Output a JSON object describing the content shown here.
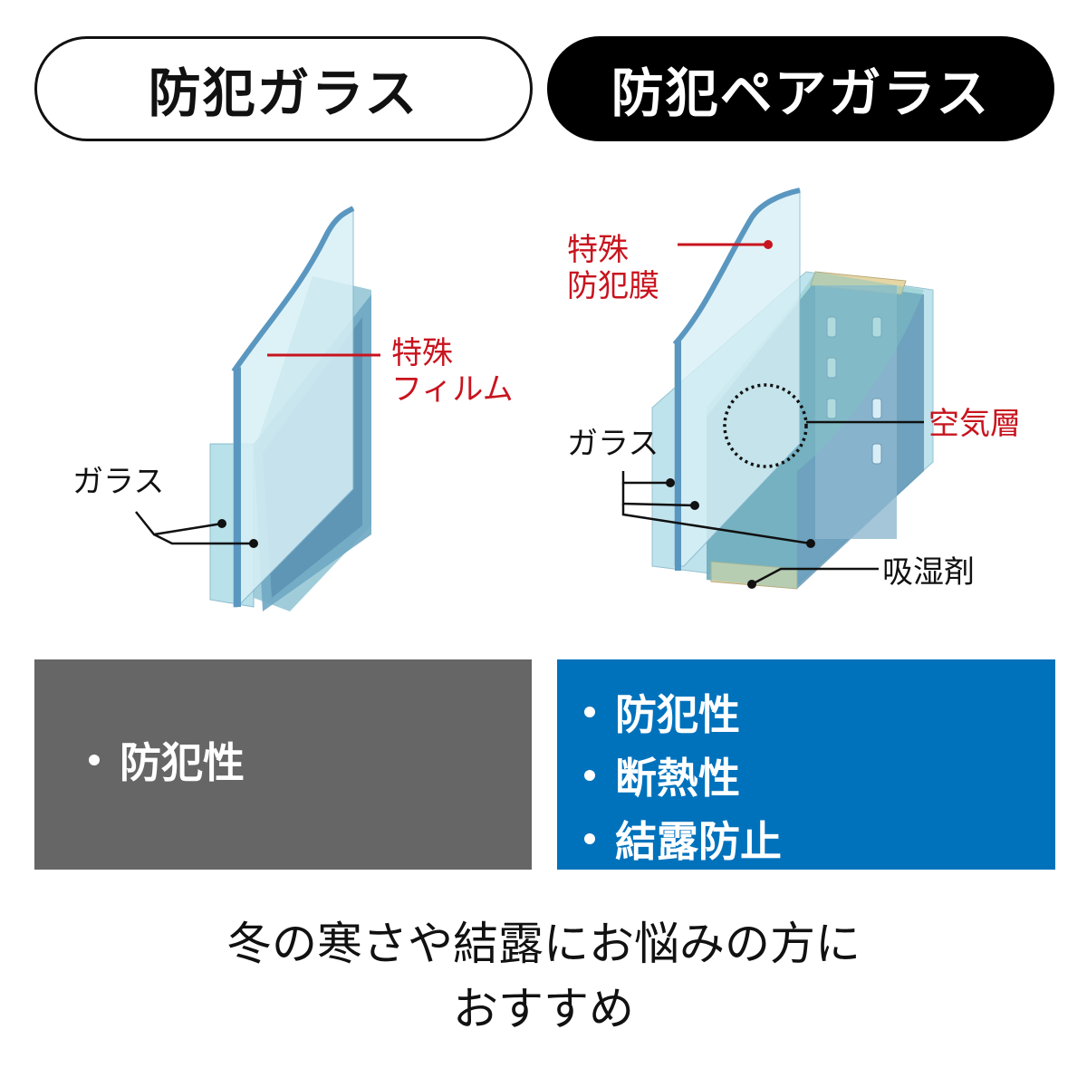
{
  "header": {
    "left_title": "防犯ガラス",
    "right_title": "防犯ペアガラス"
  },
  "left_diagram": {
    "film_label_line1": "特殊",
    "film_label_line2": "フィルム",
    "glass_label": "ガラス"
  },
  "right_diagram": {
    "film_label_line1": "特殊",
    "film_label_line2": "防犯膜",
    "air_layer_label": "空気層",
    "glass_label": "ガラス",
    "desiccant_label": "吸湿剤"
  },
  "features": {
    "left": [
      "防犯性"
    ],
    "right": [
      "防犯性",
      "断熱性",
      "結露防止"
    ]
  },
  "caption": {
    "line1": "冬の寒さや結露にお悩みの方に",
    "line2": "おすすめ"
  },
  "colors": {
    "label_red": "#c8141e",
    "gray_box": "#666666",
    "blue_box": "#0072bc",
    "glass": "#a9d8e4",
    "glass_dark": "#5b9ab8",
    "spacer": "#e6d6a4"
  }
}
